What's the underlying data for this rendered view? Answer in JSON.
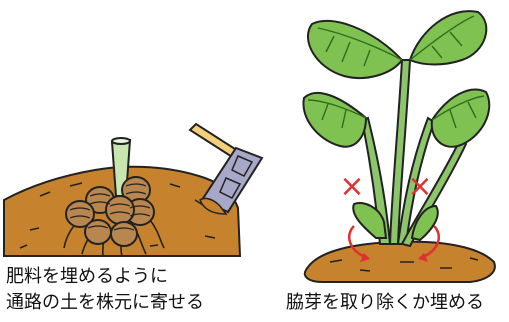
{
  "captions": {
    "left_line1": "肥料を埋めるように",
    "left_line2": "通路の土を株元に寄せる",
    "right": "脇芽を取り除くか埋める"
  },
  "marks": {
    "x_mark": "×"
  },
  "colors": {
    "soil": "#c7822e",
    "soil_dark": "#8a5a1e",
    "leaf": "#7fc251",
    "leaf_vein": "#2f6d1e",
    "stem": "#8cc56a",
    "corm": "#b8864e",
    "hoe_handle": "#f2cf7a",
    "hoe_blade": "#a7a7c8",
    "red_mark": "#e03030"
  }
}
